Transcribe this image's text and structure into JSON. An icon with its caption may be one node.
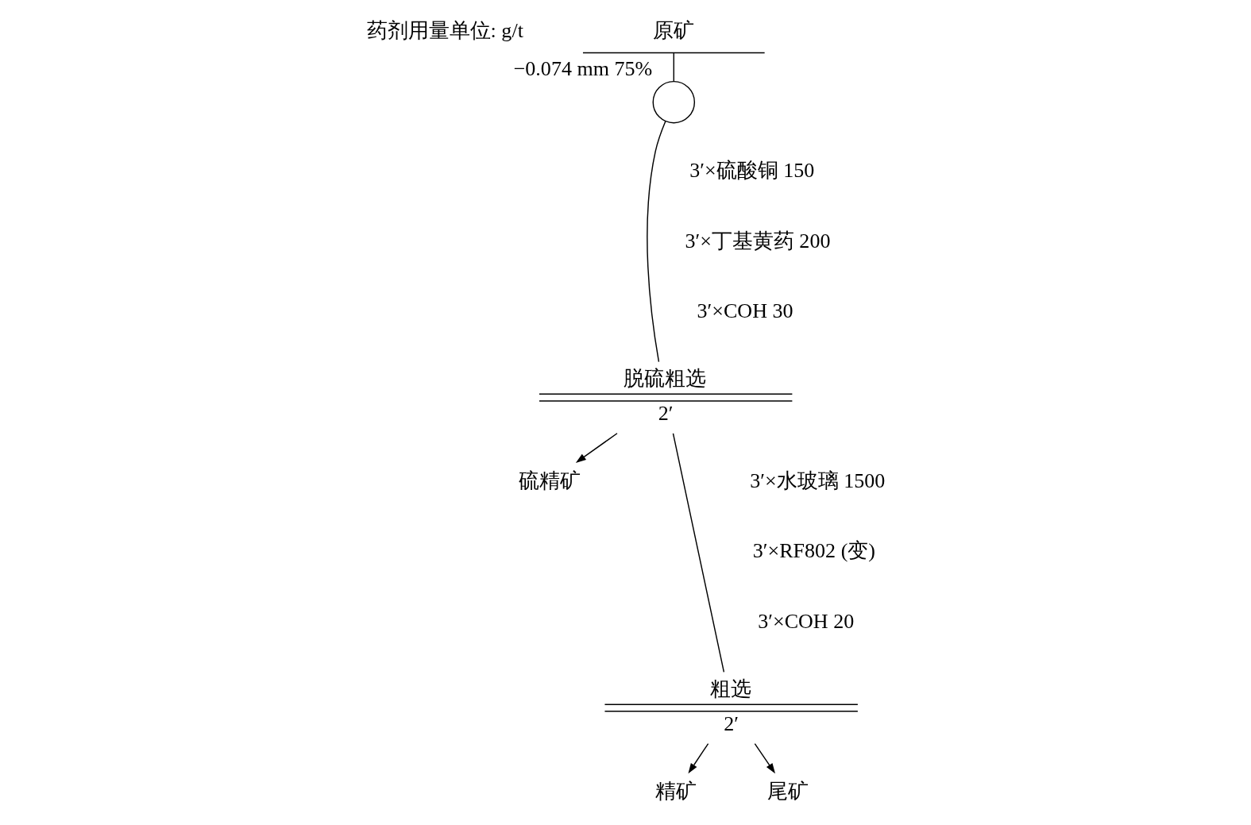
{
  "diagram": {
    "nodes": [
      {
        "text": [
          "原矿"
        ]
      },
      {
        "text": [],
        "shape": "circle",
        "beside": [
          "−0.074 mm 75%"
        ]
      },
      {
        "text": [
          "脱硫粗选",
          "2′"
        ]
      },
      {
        "text": [
          "硫精矿"
        ]
      },
      {
        "text": [
          "粗选",
          "2′"
        ]
      },
      {
        "text": [
          "精矿"
        ]
      },
      {
        "text": [
          "尾矿"
        ]
      }
    ],
    "edges": [
      {
        "from": 0,
        "to": 1,
        "arrow": "none"
      },
      {
        "from": 1,
        "to": 2,
        "arrow": "none"
      },
      {
        "from": 2,
        "to": 3,
        "arrow": "to"
      },
      {
        "from": 2,
        "to": 4,
        "arrow": "none"
      },
      {
        "from": 4,
        "to": 5,
        "arrow": "to"
      },
      {
        "from": 4,
        "to": 6,
        "arrow": "to"
      }
    ],
    "labels": [
      "药剂用量单位: g/t",
      "3′×硫酸铜 150",
      "3′×丁基黄药 200",
      "3′×COH 30",
      "3′×水玻璃 1500",
      "3′×RF802 (变)",
      "3′×COH 20"
    ]
  }
}
